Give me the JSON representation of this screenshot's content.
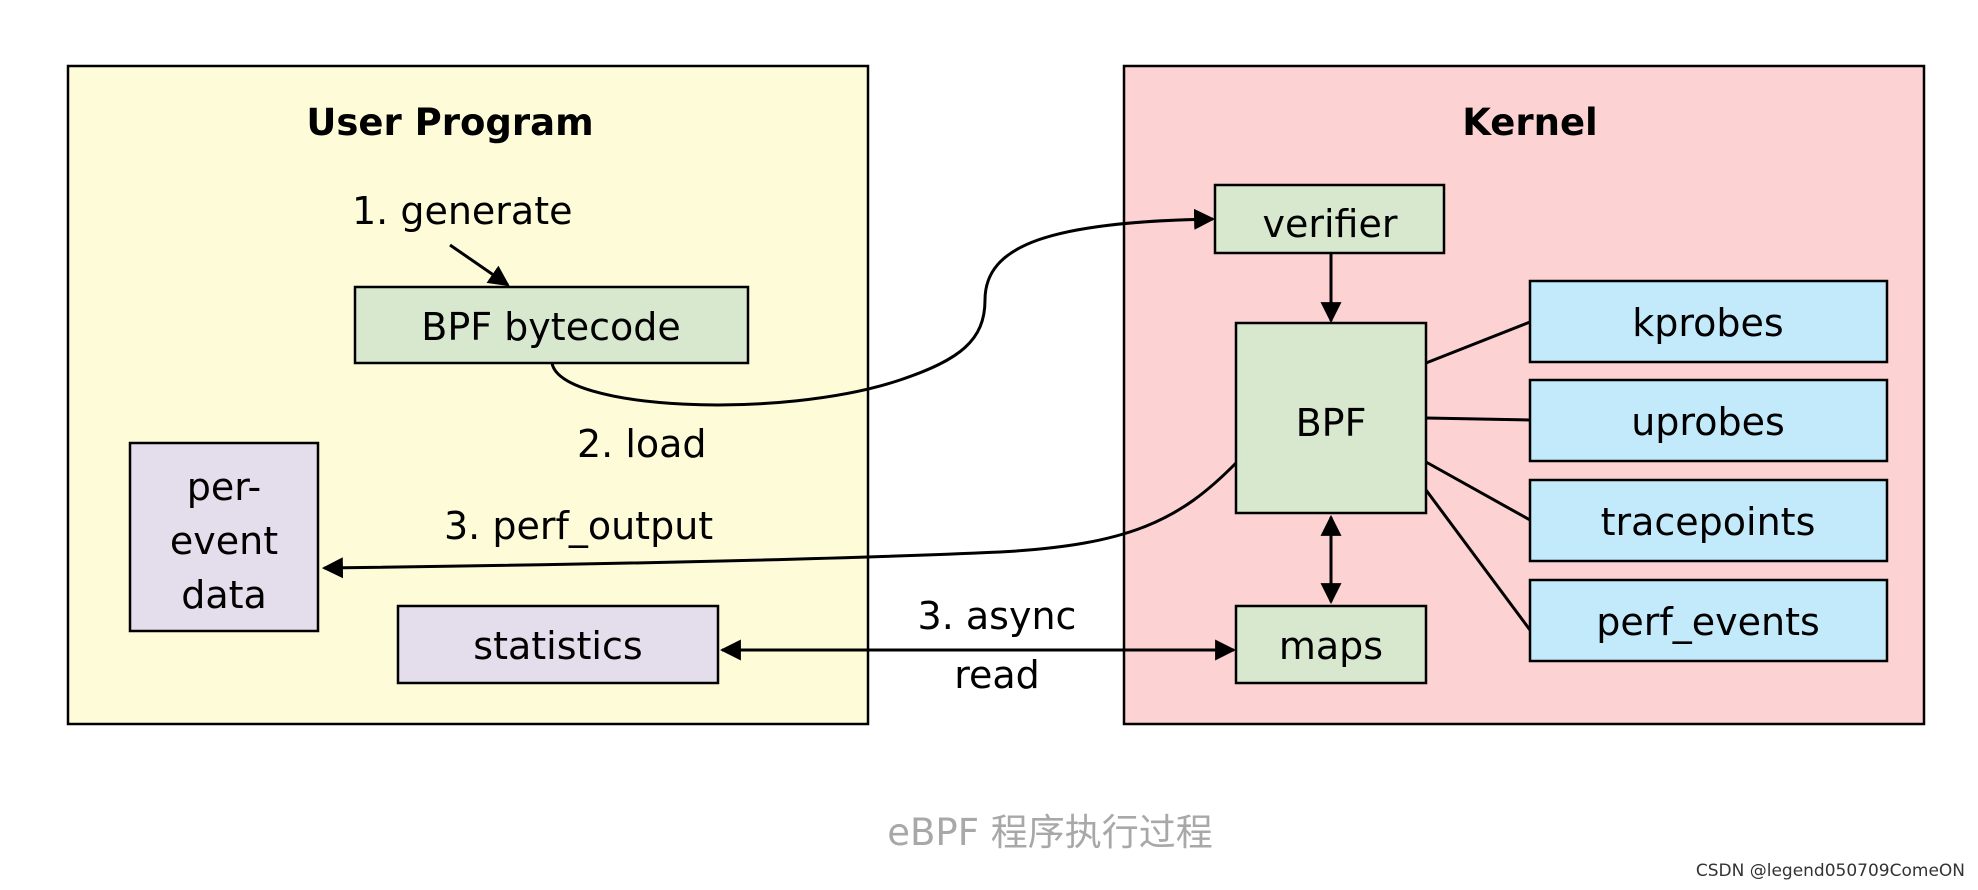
{
  "panels": {
    "user": {
      "title": "User Program",
      "fill": "#fefcd8"
    },
    "kernel": {
      "title": "Kernel",
      "fill": "#fcd2d3"
    }
  },
  "nodes": {
    "bpf_bytecode": "BPF bytecode",
    "per_event_data": [
      "per-",
      "event",
      "data"
    ],
    "statistics": "statistics",
    "verifier": "verifier",
    "bpf": "BPF",
    "maps": "maps",
    "kprobes": "kprobes",
    "uprobes": "uprobes",
    "tracepoints": "tracepoints",
    "perf_events": "perf_events"
  },
  "edge_labels": {
    "generate": "1. generate",
    "load": "2. load",
    "perf_output": "3. perf_output",
    "async_read": [
      "3. async",
      "read"
    ]
  },
  "colors": {
    "green_box": "#d8e8cf",
    "purple_box": "#e4ddeb",
    "blue_box": "#c3eafb"
  },
  "caption": "eBPF 程序执行过程",
  "watermark": "CSDN @legend050709ComeON"
}
